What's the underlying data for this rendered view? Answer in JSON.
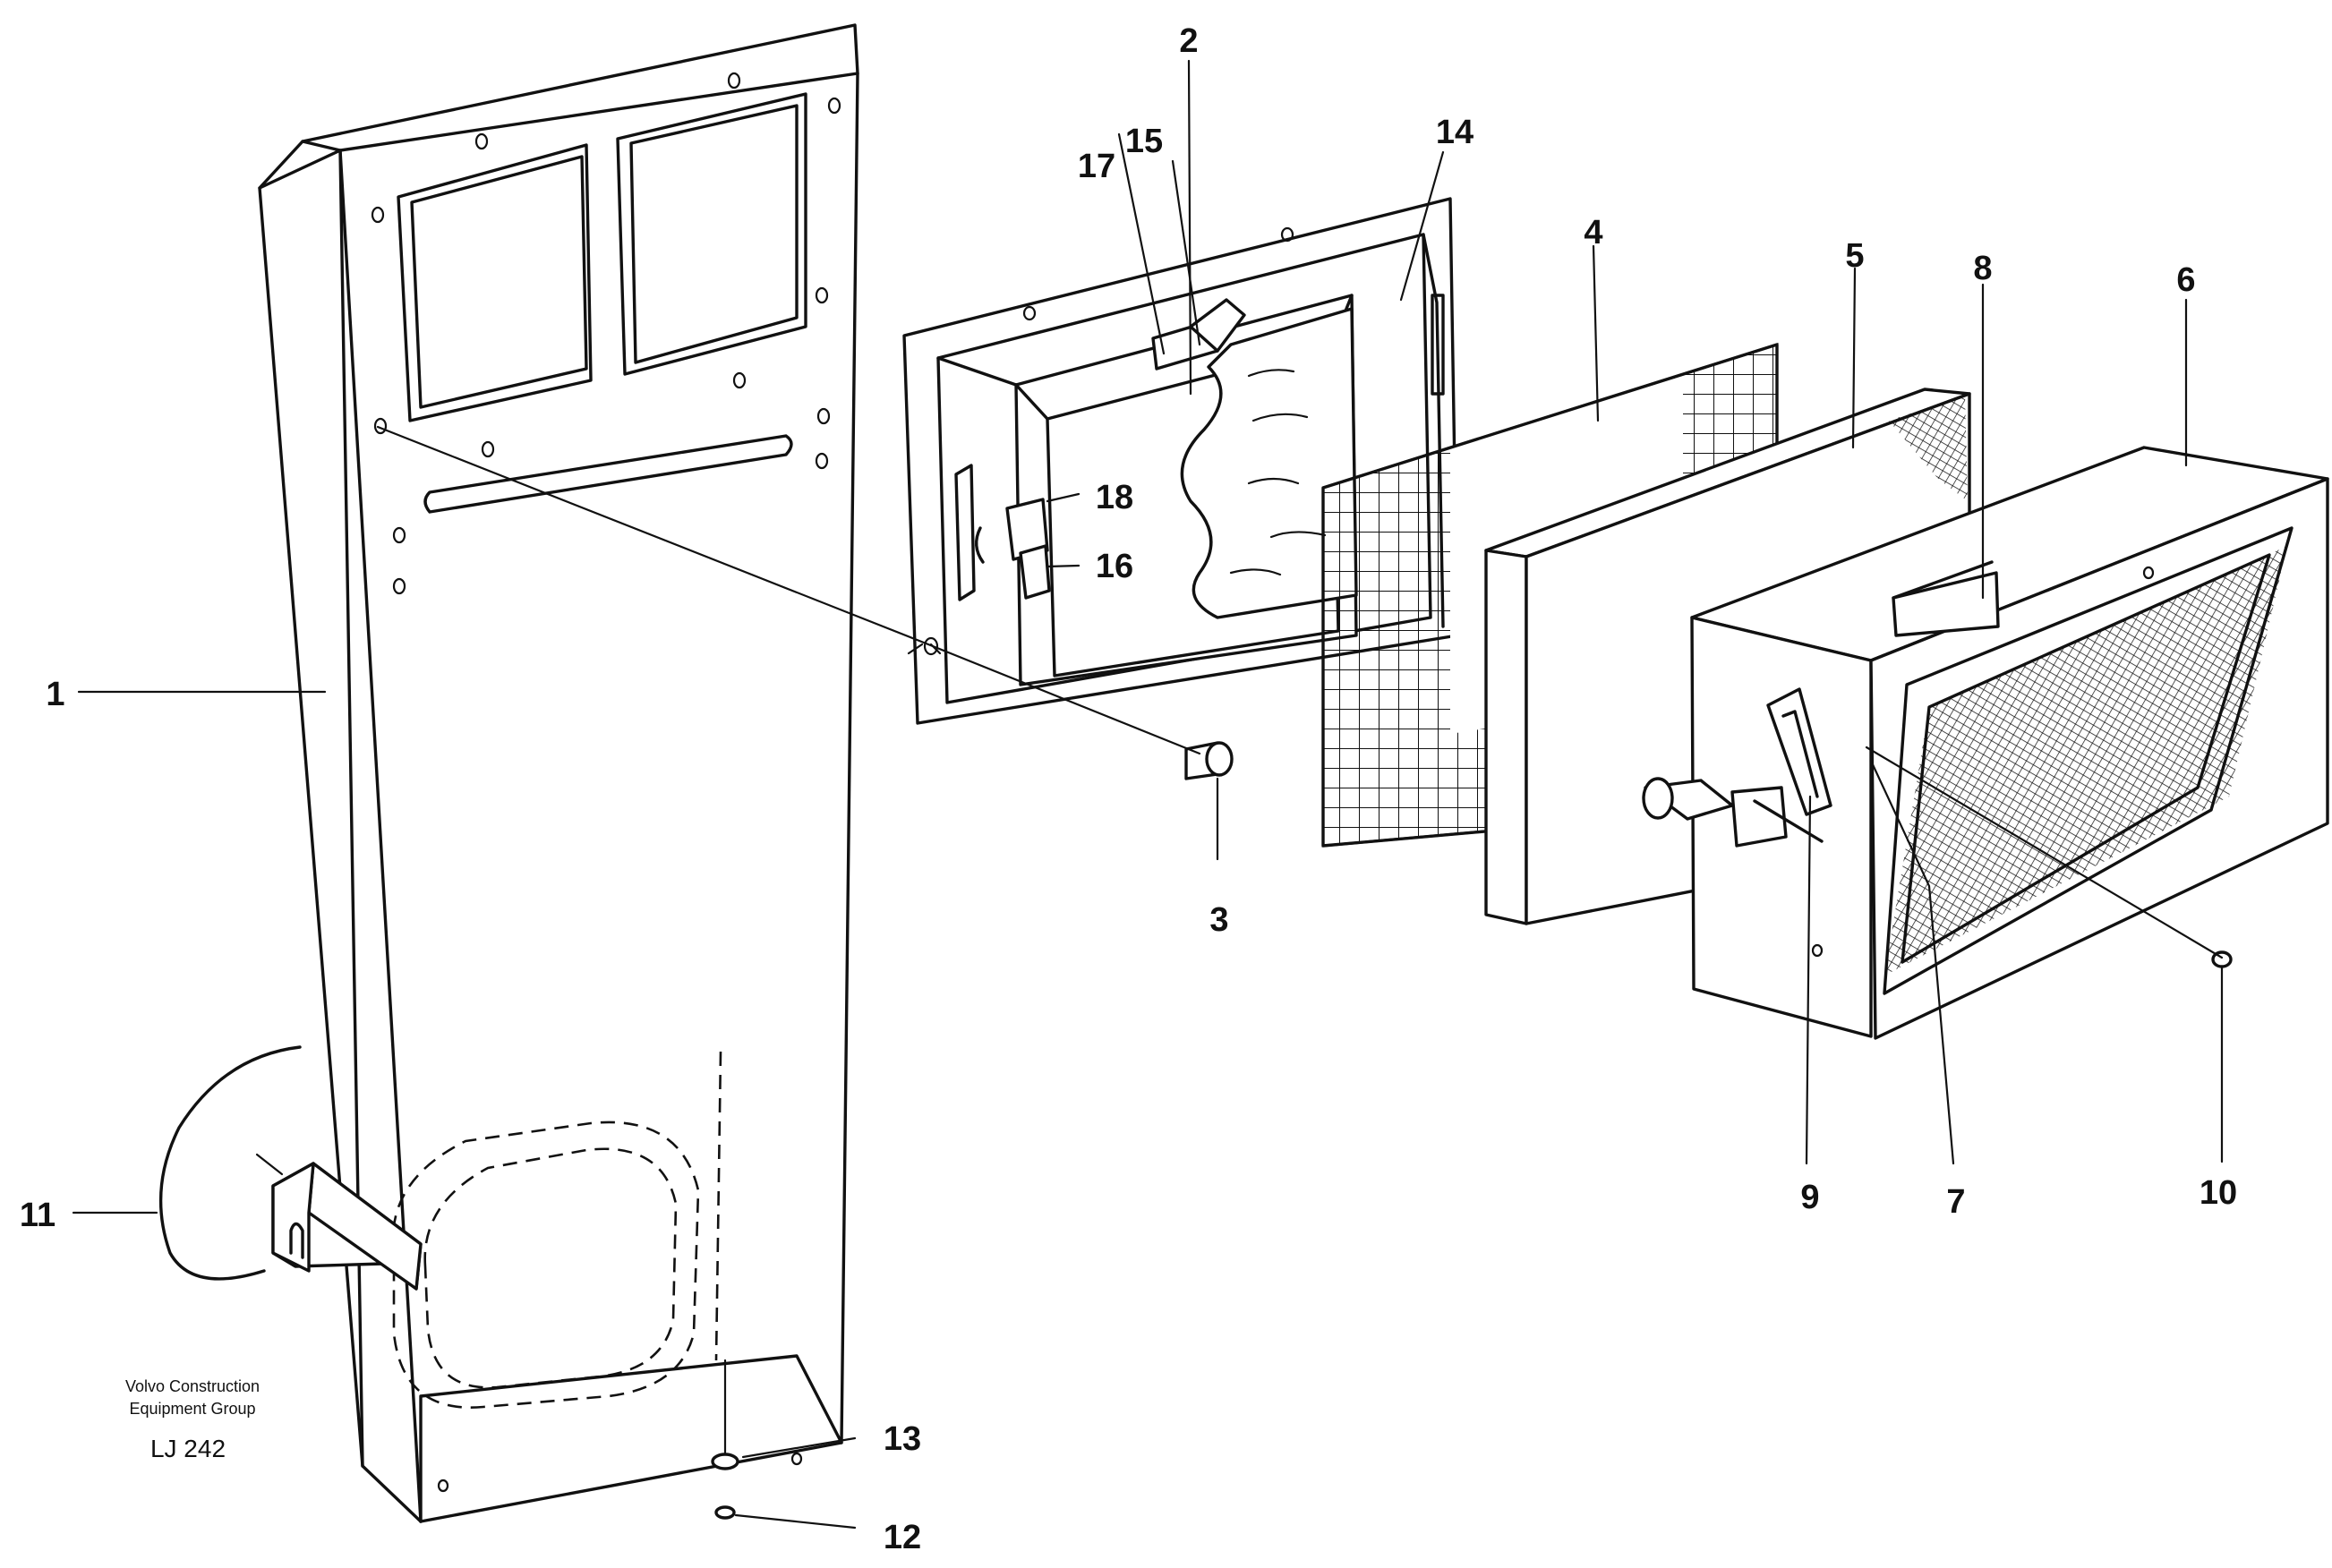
{
  "callouts": {
    "c1": "1",
    "c2": "2",
    "c3": "3",
    "c4": "4",
    "c5": "5",
    "c6": "6",
    "c7": "7",
    "c8": "8",
    "c9": "9",
    "c10": "10",
    "c11": "11",
    "c12": "12",
    "c13": "13",
    "c14": "14",
    "c15": "15",
    "c16": "16",
    "c17": "17",
    "c18": "18"
  },
  "credit": {
    "line1": "Volvo Construction",
    "line2": "Equipment Group",
    "code": "LJ 242"
  }
}
